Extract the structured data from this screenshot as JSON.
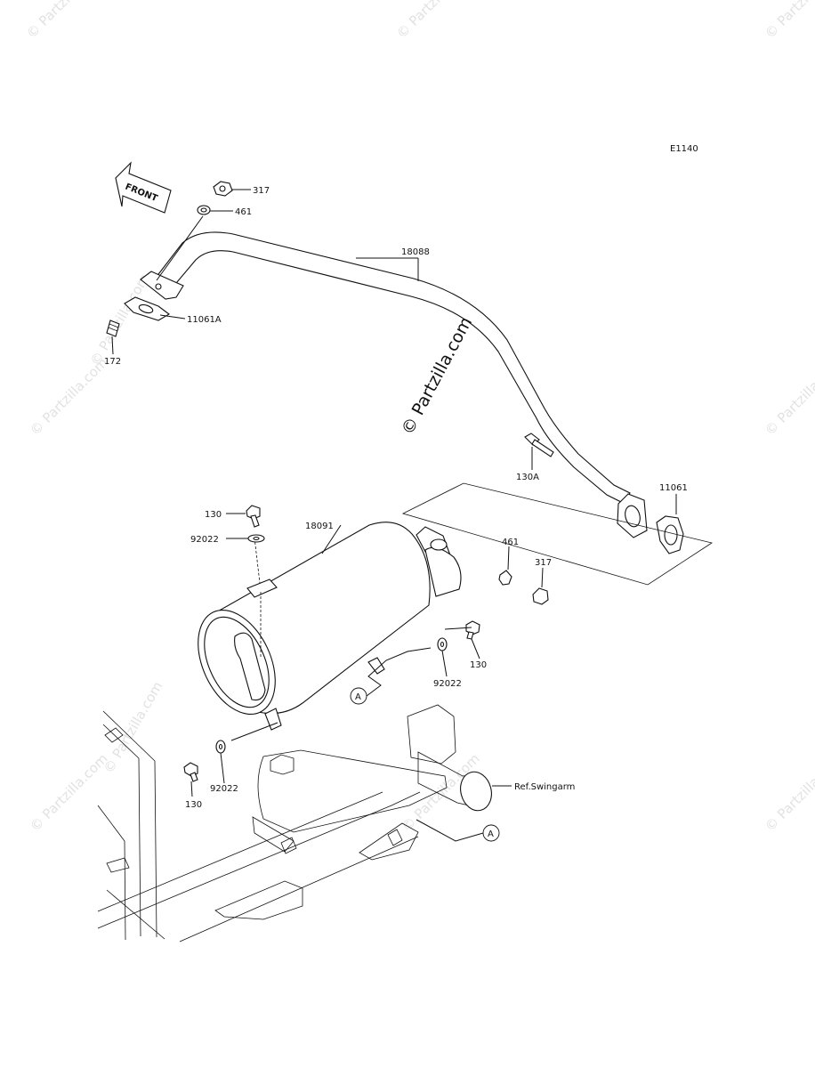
{
  "diagram_code": "E1140",
  "front_arrow": "FRONT",
  "watermark": "© Partzilla.com",
  "ref_label": "Ref.Swingarm",
  "callout_marker": "A",
  "parts": [
    {
      "id": "317",
      "label": "317"
    },
    {
      "id": "461",
      "label": "461"
    },
    {
      "id": "18088",
      "label": "18088"
    },
    {
      "id": "11061A",
      "label": "11061A"
    },
    {
      "id": "172",
      "label": "172"
    },
    {
      "id": "130A",
      "label": "130A"
    },
    {
      "id": "11061",
      "label": "11061"
    },
    {
      "id": "130_top",
      "label": "130"
    },
    {
      "id": "92022_top",
      "label": "92022"
    },
    {
      "id": "18091",
      "label": "18091"
    },
    {
      "id": "461_b",
      "label": "461"
    },
    {
      "id": "317_b",
      "label": "317"
    },
    {
      "id": "130_mid",
      "label": "130"
    },
    {
      "id": "92022_mid",
      "label": "92022"
    },
    {
      "id": "92022_low",
      "label": "92022"
    },
    {
      "id": "130_low",
      "label": "130"
    }
  ]
}
